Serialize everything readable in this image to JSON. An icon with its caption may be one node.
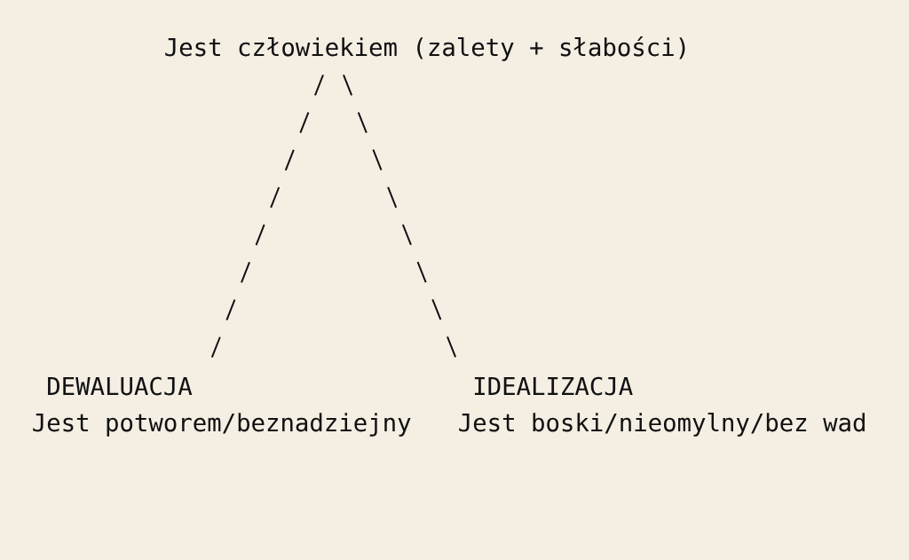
{
  "diagram": {
    "nodes": [
      {
        "text": [
          "Jest człowiekiem (zalety + słabości)"
        ]
      },
      {
        "text": [
          "DEWALUACJA",
          "Jest potworem/beznadziejny"
        ]
      },
      {
        "text": [
          "IDEALIZACJA",
          "Jest boski/nieomylny/bez wad"
        ]
      }
    ],
    "edges": [
      {
        "from": 0,
        "to": 1,
        "arrow": "none",
        "style": "dashed"
      },
      {
        "from": 0,
        "to": 2,
        "arrow": "none",
        "style": "dashed"
      }
    ]
  }
}
